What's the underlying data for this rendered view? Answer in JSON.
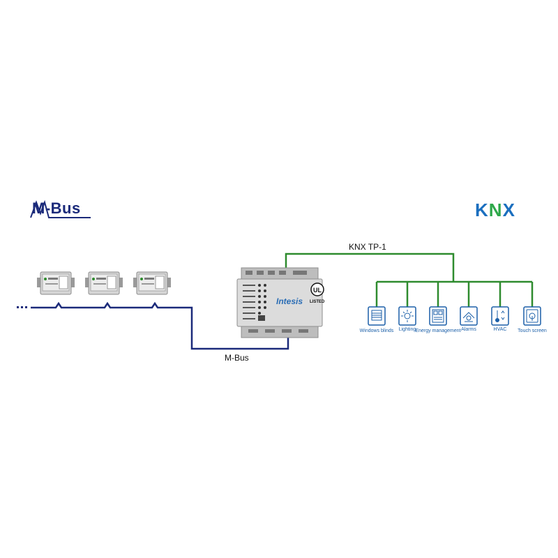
{
  "logos": {
    "left": "M-Bus",
    "right": "KNX",
    "knx_colors": {
      "K": "#1b6fbf",
      "N": "#2ea84a",
      "X": "#1b6fbf"
    }
  },
  "buses": {
    "knx_label": "KNX TP-1",
    "mbus_label": "M-Bus",
    "knx_color": "#2e8b2e",
    "mbus_color": "#1b2a7a"
  },
  "gateway": {
    "brand": "Intesis",
    "certification": "LISTED"
  },
  "devices_ellipsis": "....",
  "applications": [
    {
      "label": "Windows blinds",
      "icon": "window-blinds-icon"
    },
    {
      "label": "Lighting",
      "icon": "lighting-icon"
    },
    {
      "label": "Energy management",
      "icon": "energy-management-icon"
    },
    {
      "label": "Alarms",
      "icon": "alarm-icon"
    },
    {
      "label": "HVAC",
      "icon": "hvac-icon"
    },
    {
      "label": "Touch screen",
      "icon": "touch-screen-icon"
    }
  ]
}
